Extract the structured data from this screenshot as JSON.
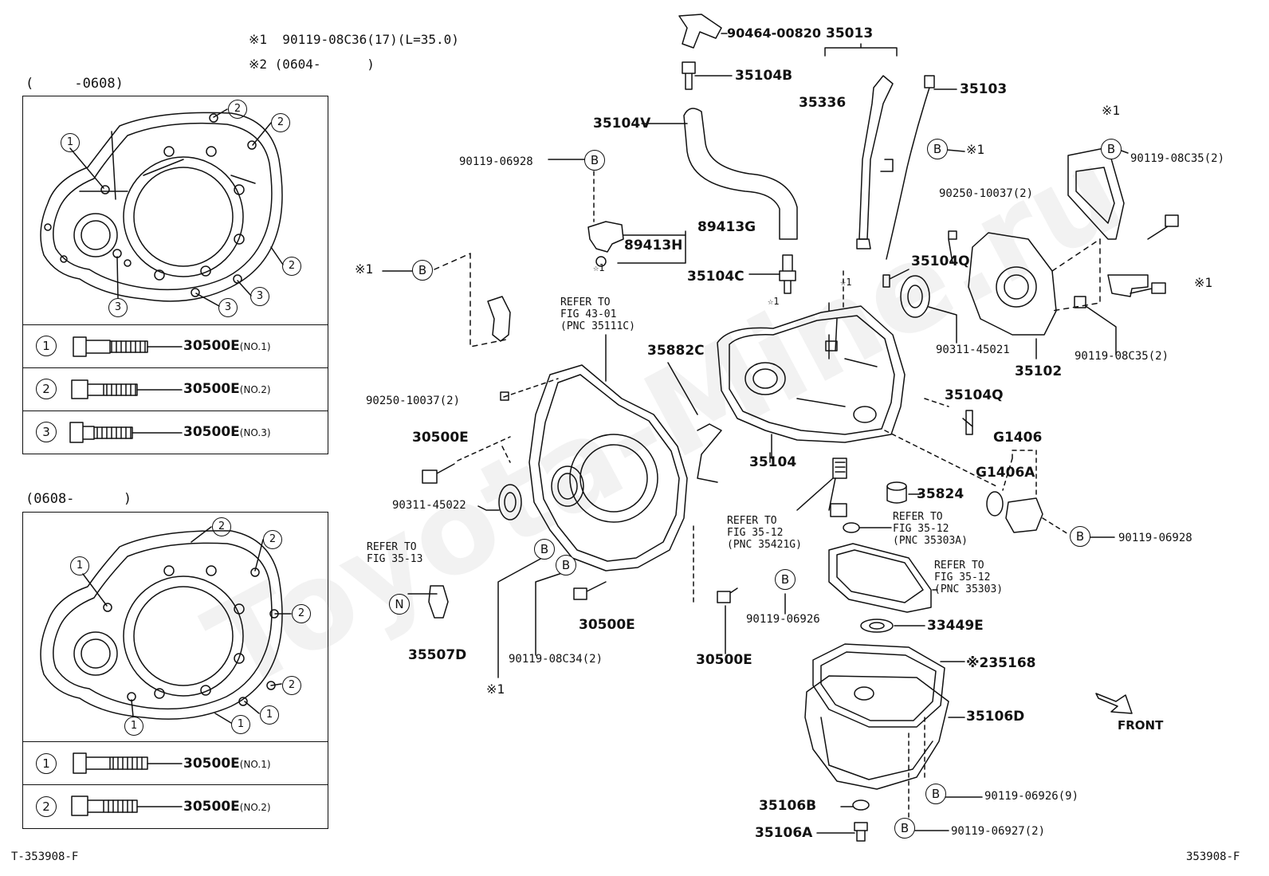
{
  "header_notes": {
    "note1": "※1  90119-08C36(17)(L=35.0)",
    "note2": "※2 (0604-      )"
  },
  "inset_top": {
    "title": "(     -0608)",
    "callouts": [
      "2",
      "2",
      "1",
      "2",
      "3",
      "3",
      "3"
    ],
    "bolts": [
      {
        "num": "1",
        "part": "30500E",
        "suffix": "(NO.1)"
      },
      {
        "num": "2",
        "part": "30500E",
        "suffix": "(NO.2)"
      },
      {
        "num": "3",
        "part": "30500E",
        "suffix": "(NO.3)"
      }
    ]
  },
  "inset_bottom": {
    "title": "(0608-      )",
    "callouts": [
      "2",
      "2",
      "1",
      "2",
      "2",
      "1",
      "1",
      "1"
    ],
    "bolts": [
      {
        "num": "1",
        "part": "30500E",
        "suffix": "(NO.1)"
      },
      {
        "num": "2",
        "part": "30500E",
        "suffix": "(NO.2)"
      }
    ]
  },
  "parts": {
    "p90464": "90464-00820",
    "p35013": "35013",
    "p35104B": "35104B",
    "p35336": "35336",
    "p35103": "35103",
    "p35104V": "35104V",
    "p90119_06928_a": "90119-06928",
    "p89413G": "89413G",
    "p89413H": "89413H",
    "p35104C": "35104C",
    "p35104Q_a": "35104Q",
    "p90250_a": "90250-10037(2)",
    "p90119_08C35_a": "90119-08C35(2)",
    "p90119_08C35_b": "90119-08C35(2)",
    "p90311_45021": "90311-45021",
    "p35102": "35102",
    "p35882C": "35882C",
    "p90250_b": "90250-10037(2)",
    "p35104Q_b": "35104Q",
    "pG1406": "G1406",
    "pG1406A": "G1406A",
    "p30500E_a": "30500E",
    "p35104": "35104",
    "p35824": "35824",
    "p90311_45022": "90311-45022",
    "p90119_06928_b": "90119-06928",
    "p35507D": "35507D",
    "p30500E_b": "30500E",
    "p90119_08C34": "90119-08C34(2)",
    "p30500E_c": "30500E",
    "p90119_06926": "90119-06926",
    "p33449E": "33449E",
    "p35168": "※235168",
    "p35106D": "35106D",
    "p90119_06926_9": "90119-06926(9)",
    "p35106B": "35106B",
    "p90119_06927": "90119-06927(2)",
    "p35106A": "35106A"
  },
  "refs": {
    "r43_01": "REFER TO\nFIG 43-01\n(PNC 35111C)",
    "r35_12a": "REFER TO\nFIG 35-12\n(PNC 35421G)",
    "r35_12b": "REFER TO\nFIG 35-12\n(PNC 35303A)",
    "r35_12c": "REFER TO\nFIG 35-12\n(PNC 35303)",
    "r35_13": "REFER TO\nFIG 35-13"
  },
  "markers": {
    "B": "B",
    "N": "N",
    "star1": "※1",
    "tri": "☆1"
  },
  "direction": "FRONT",
  "footer": {
    "left": "T-353908-F",
    "right": "353908-F"
  },
  "watermark": "Toyota-Mine.ru"
}
